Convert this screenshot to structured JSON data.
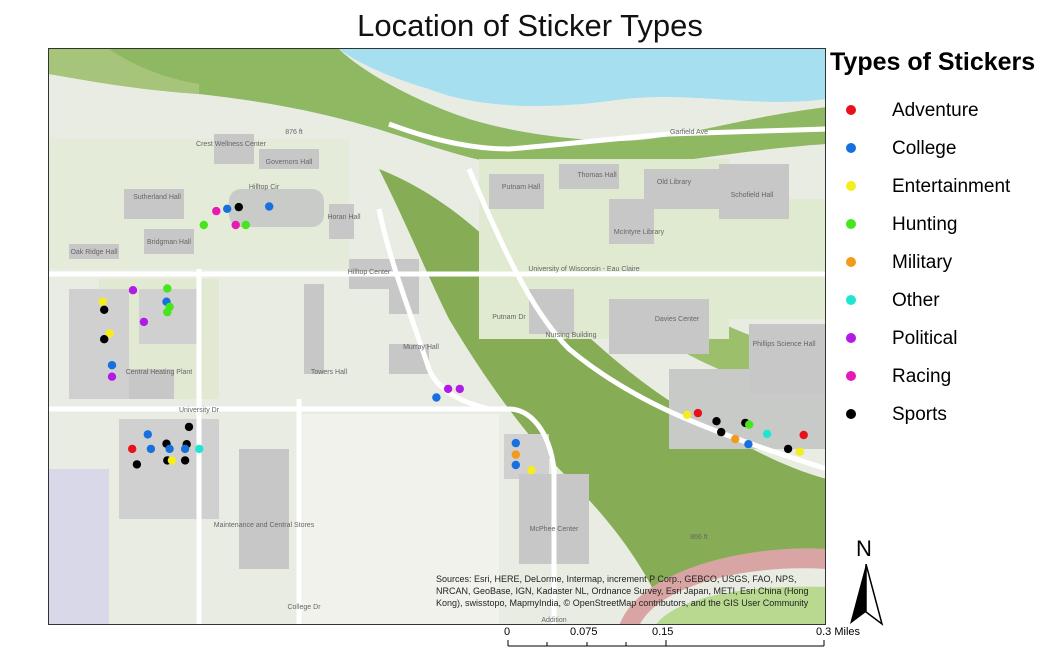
{
  "map": {
    "title": "Location of Sticker Types",
    "legend_title": "Types of Stickers",
    "legend": [
      {
        "label": "Adventure",
        "color": "#e8101a"
      },
      {
        "label": "College",
        "color": "#1670e0"
      },
      {
        "label": "Entertainment",
        "color": "#f4ee1c"
      },
      {
        "label": "Hunting",
        "color": "#46e61e"
      },
      {
        "label": "Military",
        "color": "#f39a1a"
      },
      {
        "label": "Other",
        "color": "#1ee6d2"
      },
      {
        "label": "Political",
        "color": "#b21ae6"
      },
      {
        "label": "Racing",
        "color": "#e61ab4"
      },
      {
        "label": "Sports",
        "color": "#000000"
      }
    ],
    "north_label": "N",
    "sources": "Sources: Esri, HERE, DeLorme, Intermap, increment P Corp., GEBCO, USGS, FAO, NPS, NRCAN, GeoBase, IGN, Kadaster NL, Ordnance Survey, Esri Japan, METI, Esri China (Hong Kong), swisstopo, MapmyIndia, © OpenStreetMap contributors, and the GIS User Community",
    "scale": {
      "labels": [
        "0",
        "0.075",
        "0.15",
        "0.3 Miles"
      ]
    },
    "base_labels": {
      "crest": "Crest Wellness Center",
      "governors": "Governors Hall",
      "sutherland": "Sutherland Hall",
      "hilltop_cir": "Hilltop Cir",
      "horan": "Horan Hall",
      "oak_ridge": "Oak Ridge Hall",
      "bridgman": "Bridgman Hall",
      "hilltop_center": "Hilltop Center",
      "towers": "Towers Hall",
      "murray": "Murray Hall",
      "heating": "Central Heating Plant",
      "university_dr": "University Dr",
      "maintenance": "Maintenance and Central Stores",
      "putnam_hall": "Putnam Hall",
      "thomas": "Thomas Hall",
      "old_library": "Old Library",
      "schofield": "Schofield Hall",
      "mcintyre": "McIntyre Library",
      "uwec": "University of Wisconsin - Eau Claire",
      "nursing": "Nursing Building",
      "davies": "Davies Center",
      "phillips": "Phillips Science Hall",
      "mcphee": "McPhee Center",
      "garfield": "Garfield Ave",
      "putnam_dr": "Putnam Dr",
      "college_dr": "College Dr",
      "elev1": "876 ft",
      "elev2": "866 ft",
      "addition": "Addition"
    },
    "points": [
      {
        "type": "Racing",
        "x": 0.215,
        "y": 0.281
      },
      {
        "type": "College",
        "x": 0.229,
        "y": 0.277
      },
      {
        "type": "Sports",
        "x": 0.244,
        "y": 0.274
      },
      {
        "type": "College",
        "x": 0.283,
        "y": 0.273
      },
      {
        "type": "Hunting",
        "x": 0.253,
        "y": 0.305
      },
      {
        "type": "Hunting",
        "x": 0.199,
        "y": 0.305
      },
      {
        "type": "Racing",
        "x": 0.24,
        "y": 0.305
      },
      {
        "type": "Political",
        "x": 0.108,
        "y": 0.418
      },
      {
        "type": "Hunting",
        "x": 0.152,
        "y": 0.415
      },
      {
        "type": "College",
        "x": 0.151,
        "y": 0.438
      },
      {
        "type": "Hunting",
        "x": 0.155,
        "y": 0.447
      },
      {
        "type": "Hunting",
        "x": 0.152,
        "y": 0.456
      },
      {
        "type": "Political",
        "x": 0.122,
        "y": 0.473
      },
      {
        "type": "Entertainment",
        "x": 0.069,
        "y": 0.438
      },
      {
        "type": "Sports",
        "x": 0.071,
        "y": 0.452
      },
      {
        "type": "Entertainment",
        "x": 0.078,
        "y": 0.493
      },
      {
        "type": "Sports",
        "x": 0.071,
        "y": 0.503
      },
      {
        "type": "College",
        "x": 0.081,
        "y": 0.548
      },
      {
        "type": "Political",
        "x": 0.081,
        "y": 0.568
      },
      {
        "type": "College",
        "x": 0.498,
        "y": 0.604
      },
      {
        "type": "Political",
        "x": 0.513,
        "y": 0.589
      },
      {
        "type": "Political",
        "x": 0.528,
        "y": 0.589
      },
      {
        "type": "Sports",
        "x": 0.18,
        "y": 0.655
      },
      {
        "type": "College",
        "x": 0.127,
        "y": 0.668
      },
      {
        "type": "Sports",
        "x": 0.151,
        "y": 0.684
      },
      {
        "type": "Sports",
        "x": 0.177,
        "y": 0.685
      },
      {
        "type": "Adventure",
        "x": 0.107,
        "y": 0.693
      },
      {
        "type": "College",
        "x": 0.131,
        "y": 0.693
      },
      {
        "type": "College",
        "x": 0.155,
        "y": 0.693
      },
      {
        "type": "College",
        "x": 0.175,
        "y": 0.693
      },
      {
        "type": "Other",
        "x": 0.193,
        "y": 0.693
      },
      {
        "type": "Sports",
        "x": 0.152,
        "y": 0.713
      },
      {
        "type": "Entertainment",
        "x": 0.158,
        "y": 0.713
      },
      {
        "type": "Sports",
        "x": 0.175,
        "y": 0.713
      },
      {
        "type": "Sports",
        "x": 0.113,
        "y": 0.72
      },
      {
        "type": "College",
        "x": 0.6,
        "y": 0.683
      },
      {
        "type": "Military",
        "x": 0.6,
        "y": 0.703
      },
      {
        "type": "College",
        "x": 0.6,
        "y": 0.721
      },
      {
        "type": "Entertainment",
        "x": 0.62,
        "y": 0.73
      },
      {
        "type": "Entertainment",
        "x": 0.82,
        "y": 0.634
      },
      {
        "type": "Adventure",
        "x": 0.834,
        "y": 0.631
      },
      {
        "type": "Sports",
        "x": 0.858,
        "y": 0.645
      },
      {
        "type": "Sports",
        "x": 0.864,
        "y": 0.664
      },
      {
        "type": "Military",
        "x": 0.882,
        "y": 0.676
      },
      {
        "type": "Sports",
        "x": 0.895,
        "y": 0.648
      },
      {
        "type": "Hunting",
        "x": 0.9,
        "y": 0.651
      },
      {
        "type": "College",
        "x": 0.899,
        "y": 0.685
      },
      {
        "type": "Other",
        "x": 0.923,
        "y": 0.667
      },
      {
        "type": "Sports",
        "x": 0.95,
        "y": 0.693
      },
      {
        "type": "Entertainment",
        "x": 0.965,
        "y": 0.698
      },
      {
        "type": "Adventure",
        "x": 0.97,
        "y": 0.669
      }
    ]
  }
}
